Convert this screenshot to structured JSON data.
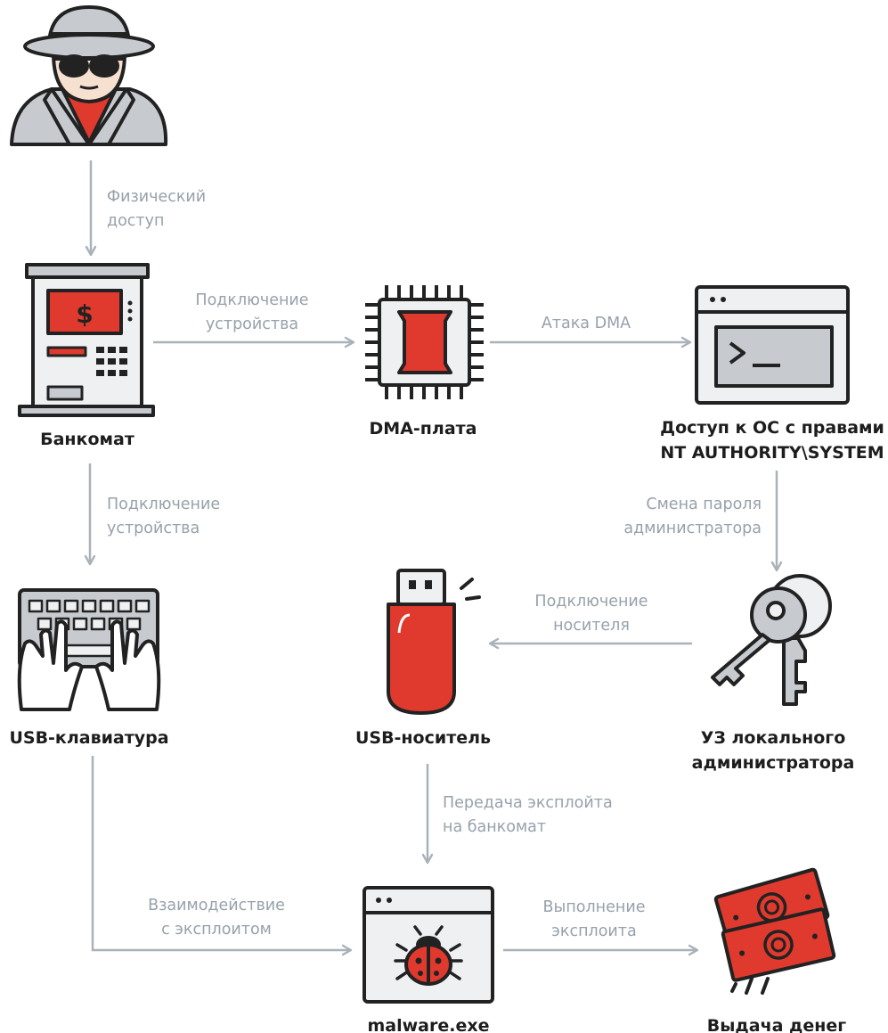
{
  "nodes": {
    "attacker": {
      "icon": "spy-icon"
    },
    "atm": {
      "label": "Банкомат",
      "icon": "atm-icon"
    },
    "dma": {
      "label": "DMA-плата",
      "icon": "chip-icon"
    },
    "os": {
      "label_line1": "Доступ к ОС с правами",
      "label_line2": "NT AUTHORITY\\SYSTEM",
      "icon": "terminal-window-icon"
    },
    "usb_keyboard": {
      "label": "USB-клавиатура",
      "icon": "keyboard-icon"
    },
    "usb_drive": {
      "label": "USB-носитель",
      "icon": "usb-drive-icon"
    },
    "admin_account": {
      "label_line1": "УЗ локального",
      "label_line2": "администратора",
      "icon": "keys-icon"
    },
    "malware": {
      "label": "malware.exe",
      "icon": "bug-window-icon"
    },
    "cash": {
      "label": "Выдача денег",
      "icon": "money-icon"
    }
  },
  "edges": {
    "physical_access": {
      "line1": "Физический",
      "line2": "доступ"
    },
    "atm_to_dma": {
      "line1": "Подключение",
      "line2": "устройства"
    },
    "dma_attack": {
      "line1": "Атака DMA"
    },
    "atm_to_keyboard": {
      "line1": "Подключение",
      "line2": "устройства"
    },
    "password_change": {
      "line1": "Смена пароля",
      "line2": "администратора"
    },
    "media_connect": {
      "line1": "Подключение",
      "line2": "носителя"
    },
    "exploit_transfer": {
      "line1": "Передача эксплойта",
      "line2": "на банкомат"
    },
    "exploit_interaction": {
      "line1": "Взаимодействие",
      "line2": "с эксплоитом"
    },
    "exploit_execution": {
      "line1": "Выполнение",
      "line2": "эксплоита"
    }
  },
  "colors": {
    "accent_red": "#e03a2e",
    "outline": "#222222",
    "gray": "#c7cbd0",
    "arrow": "#a9b1b9",
    "edge_text": "#97a1ab"
  }
}
